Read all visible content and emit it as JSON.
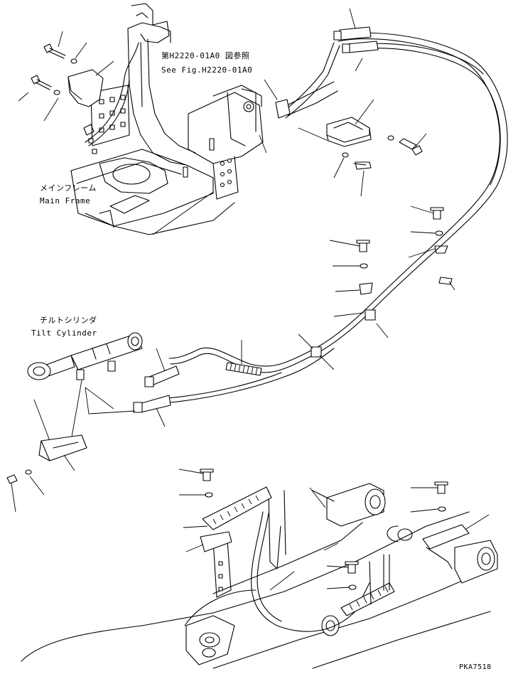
{
  "labels": {
    "ref_jp": "第H2220-01A0 図参照",
    "ref_en": "See Fig.H2220-01A0",
    "main_frame_jp": "メインフレーム",
    "main_frame_en": "Main Frame",
    "tilt_cylinder_jp": "チルトシリンダ",
    "tilt_cylinder_en": "Tilt Cylinder",
    "drawing_code": "PKA7518"
  }
}
